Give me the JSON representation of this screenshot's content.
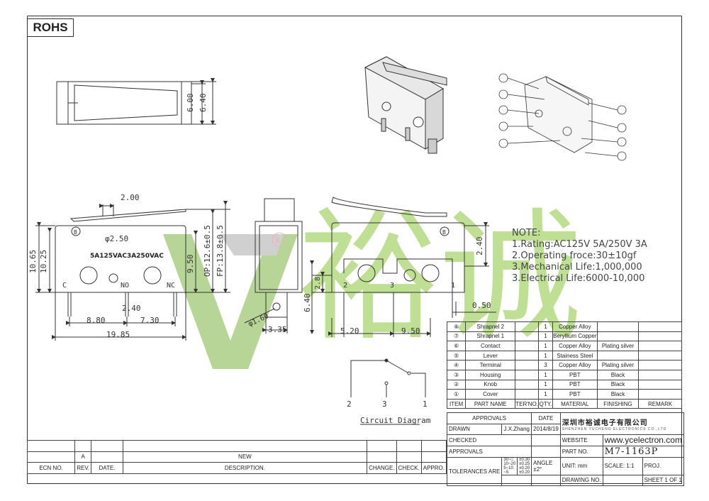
{
  "badge": "ROHS",
  "notes": {
    "title": "NOTE:",
    "items": [
      "1.Rating:AC125V 5A/250V 3A",
      "2.Operating froce:30±10gf",
      "3.Mechanical Life:1,000,000",
      "3.Electrical Life:6000-10,000"
    ]
  },
  "dims": {
    "top_h1": "6.00",
    "top_h2": "6.40",
    "lever_w": "2.00",
    "hole_dia": "φ2.50",
    "marking": "5A125VAC3A250VAC",
    "h_total1": "10.65",
    "h_total2": "10.25",
    "h_950": "9.50",
    "op": "OP:12.6±0.5",
    "fp": "FP:13.8±0.5",
    "pin_pitch1": "8.80",
    "pin_pitch2": "7.30",
    "pin_w": "2.40",
    "width": "19.85",
    "term_hole": "φ1.60",
    "term_w": "3.35",
    "side_h": "6.40",
    "side_28": "2.8",
    "rear_240": "2.40",
    "rear_520": "5.20",
    "rear_950": "9.50",
    "rear_050": "0.50",
    "term_c": "C",
    "term_no": "NO",
    "term_nc": "NC",
    "pin1": "1",
    "pin2": "2",
    "pin3": "3"
  },
  "circuit": {
    "label": "Circuit Diagram",
    "pins": [
      "2",
      "3",
      "1"
    ]
  },
  "bom": {
    "rows": [
      {
        "no": "⑧",
        "name": "Shrapnel 2",
        "ter": "",
        "qty": "1",
        "material": "Copper Alloy",
        "finish": "",
        "remark": ""
      },
      {
        "no": "⑦",
        "name": "Shrapnel 1",
        "ter": "",
        "qty": "1",
        "material": "Beryllium Copper",
        "finish": "",
        "remark": ""
      },
      {
        "no": "⑥",
        "name": "Contact",
        "ter": "",
        "qty": "1",
        "material": "Copper Alloy",
        "finish": "Plating silver",
        "remark": ""
      },
      {
        "no": "⑤",
        "name": "Lever",
        "ter": "",
        "qty": "1",
        "material": "Stainess Steel",
        "finish": "",
        "remark": ""
      },
      {
        "no": "④",
        "name": "Terminal",
        "ter": "",
        "qty": "3",
        "material": "Copper Alloy",
        "finish": "Plating silver",
        "remark": ""
      },
      {
        "no": "③",
        "name": "Housing",
        "ter": "",
        "qty": "1",
        "material": "PBT",
        "finish": "Black",
        "remark": ""
      },
      {
        "no": "②",
        "name": "Knob",
        "ter": "",
        "qty": "1",
        "material": "PBT",
        "finish": "Black",
        "remark": ""
      },
      {
        "no": "①",
        "name": "Cover",
        "ter": "",
        "qty": "1",
        "material": "PBT",
        "finish": "Black",
        "remark": ""
      }
    ],
    "header": {
      "item": "ITEM",
      "part": "PART NAME",
      "ter": "TER'NO.",
      "qty": "QTY.",
      "material": "MATERIAL",
      "finish": "FINISHING",
      "remark": "REMARK"
    }
  },
  "title_block": {
    "approvals": "APPROVALS",
    "date": "DATE",
    "company_cn": "深圳市裕诚电子有限公司",
    "company_en": "SHENZHEN YUCHENG ELECTRONICS CO.,LTD",
    "drawn": "DRAWN",
    "drawn_by": "J.X.Zhang",
    "drawn_date": "2014/8/19",
    "checked": "CHECKED",
    "website_label": "WEBSITE",
    "website": "www.ycelectron.com",
    "approvals2": "APPROVALS",
    "part_no_label": "PART NO.",
    "part_no": "M7-1163P",
    "tolerances": "TOLERANCES ARE",
    "tol_ranges": [
      "30~□",
      "10~20",
      "5~10",
      "~5"
    ],
    "tol_values": [
      "±0.30",
      "±0.25",
      "±0.20",
      "±0.20"
    ],
    "angle": "ANGLE",
    "angle_val": "±2°",
    "unit": "UNIT: mm",
    "scale": "SCALE:",
    "scale_val": "1:1",
    "proj": "PROJ.",
    "drawing_no": "DRAWING NO.",
    "sheet": "SHEET",
    "sheet_val": "1 OF 1"
  },
  "revision": {
    "ecn": "ECN NO.",
    "rev": "REV.",
    "date": "DATE.",
    "desc": "DESCRIPTION.",
    "change": "CHANGE.",
    "check": "CHECK.",
    "appro": "APPRO.",
    "row_rev": "A",
    "row_desc": "NEW"
  },
  "watermark": "裕诚",
  "colors": {
    "watermark": "#8cc63f",
    "watermark_dark": "#5a9e2f",
    "line": "#333333"
  }
}
